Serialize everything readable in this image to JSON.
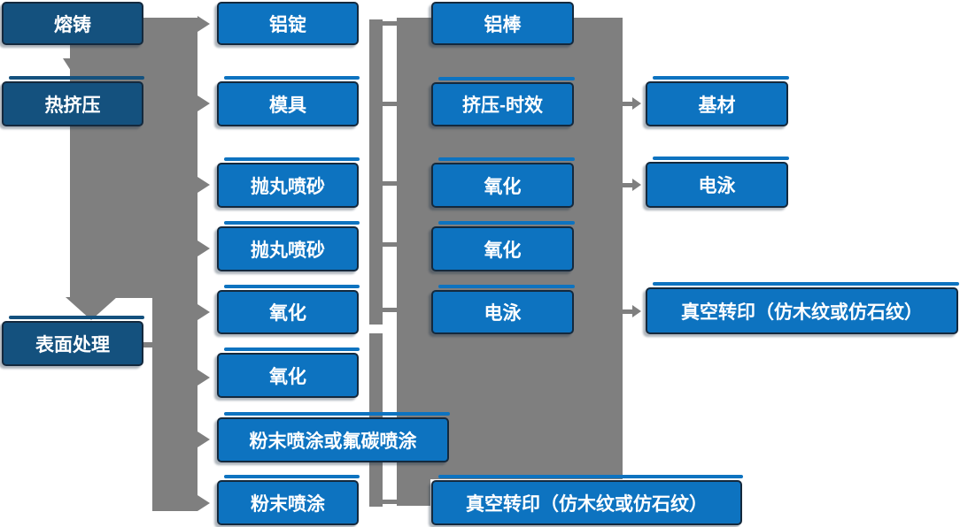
{
  "diagram": {
    "type": "flowchart",
    "description_language": "zh-CN",
    "colors": {
      "stage_box_fill": "#14517e",
      "process_box_fill": "#0d73c0",
      "connector_gray": "#7f7f7f",
      "box_border": "#14293d",
      "text": "#ffffff",
      "background": "#ffffff"
    },
    "nodes": [
      {
        "id": "n0",
        "label": "熔铸",
        "column": 1
      },
      {
        "id": "n1",
        "label": "热挤压",
        "column": 1
      },
      {
        "id": "n2",
        "label": "表面处理",
        "column": 1
      },
      {
        "id": "n3",
        "label": "铝锭",
        "column": 2
      },
      {
        "id": "n4",
        "label": "模具",
        "column": 2
      },
      {
        "id": "n5",
        "label": "抛丸喷砂",
        "column": 2
      },
      {
        "id": "n6",
        "label": "抛丸喷砂",
        "column": 2
      },
      {
        "id": "n7",
        "label": "氧化",
        "column": 2
      },
      {
        "id": "n8",
        "label": "氧化",
        "column": 2
      },
      {
        "id": "n9",
        "label": "粉末喷涂或氟碳喷涂",
        "column": 2
      },
      {
        "id": "n10",
        "label": "粉末喷涂",
        "column": 2
      },
      {
        "id": "n11",
        "label": "铝棒",
        "column": 3
      },
      {
        "id": "n12",
        "label": "挤压-时效",
        "column": 3
      },
      {
        "id": "n13",
        "label": "氧化",
        "column": 3
      },
      {
        "id": "n14",
        "label": "氧化",
        "column": 3
      },
      {
        "id": "n15",
        "label": "电泳",
        "column": 3
      },
      {
        "id": "n16",
        "label": "真空转印（仿木纹或仿石纹）",
        "column": 3
      },
      {
        "id": "n17",
        "label": "基材",
        "column": 4
      },
      {
        "id": "n18",
        "label": "电泳",
        "column": 4
      },
      {
        "id": "n19",
        "label": "真空转印（仿木纹或仿石纹）",
        "column": 4
      }
    ],
    "edges": [
      {
        "from": "n0",
        "to": "n1",
        "style": "thick-down-arrow"
      },
      {
        "from": "main-trunk",
        "to": "n2",
        "style": "thick-down-arrow"
      },
      {
        "from": "main-trunk",
        "to": "n3",
        "style": "thick-right-arrow"
      },
      {
        "from": "main-trunk",
        "to": "n4",
        "style": "thick-right-arrow"
      },
      {
        "from": "main-trunk",
        "to": "n5",
        "style": "thick-right-arrow"
      },
      {
        "from": "main-trunk",
        "to": "n6",
        "style": "thick-right-arrow"
      },
      {
        "from": "surface-trunk",
        "to": "n7",
        "style": "thick-right-arrow"
      },
      {
        "from": "surface-trunk",
        "to": "n8",
        "style": "thick-right-arrow"
      },
      {
        "from": "surface-trunk",
        "to": "n9",
        "style": "thick-right-arrow"
      },
      {
        "from": "surface-trunk",
        "to": "n10",
        "style": "thick-right-arrow"
      },
      {
        "from": "n12",
        "to": "n17",
        "style": "thin-right-arrow"
      },
      {
        "from": "n13",
        "to": "n18",
        "style": "thin-right-arrow"
      },
      {
        "from": "n15",
        "to": "n19",
        "style": "thin-right-arrow"
      }
    ]
  }
}
